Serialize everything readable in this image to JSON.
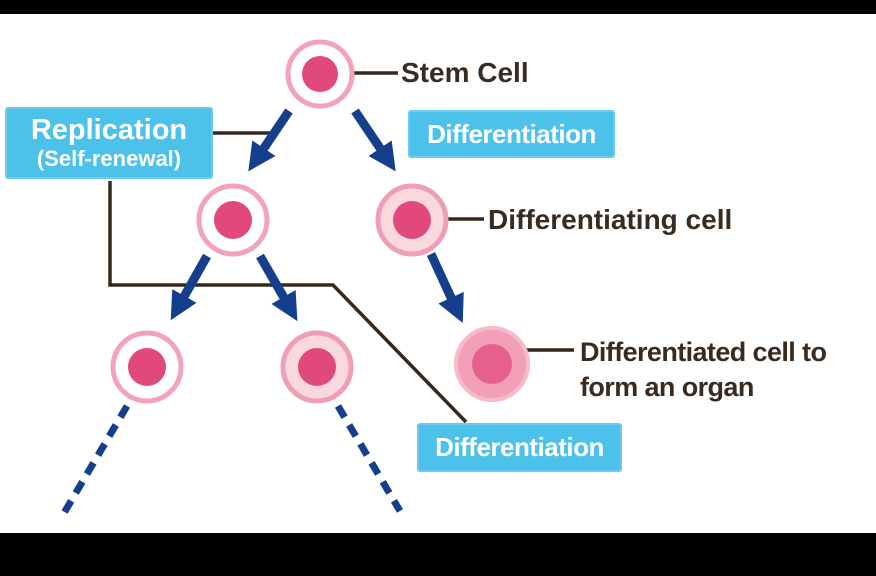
{
  "figure": {
    "labels": {
      "stem_cell": "Stem Cell",
      "replication_title": "Replication",
      "replication_subtitle": "(Self-renewal)",
      "differentiation_top": "Differentiation",
      "differentiating_cell": "Differentiating cell",
      "differentiated_cell_line1": "Differentiated cell to",
      "differentiated_cell_line2": "form an organ",
      "differentiation_bottom": "Differentiation"
    },
    "colors": {
      "label_box_blue": "#4cc1e9",
      "label_box_text": "#ffffff",
      "arrow_navy": "#153e8c",
      "cell_border_pink": "#f2a3b8",
      "stem_cell_fill": "#ffffff",
      "differentiating_cell_fill": "#fad9de",
      "differentiated_cell_fill": "#f2a0b8",
      "differentiated_cell_border": "#f6bac8",
      "nucleus_pink": "#e0487e",
      "nucleus_differentiated": "#e7618f",
      "label_text_dark": "#3a2b21",
      "connector_line": "#35291f",
      "letterbox_black": "#000000"
    }
  }
}
